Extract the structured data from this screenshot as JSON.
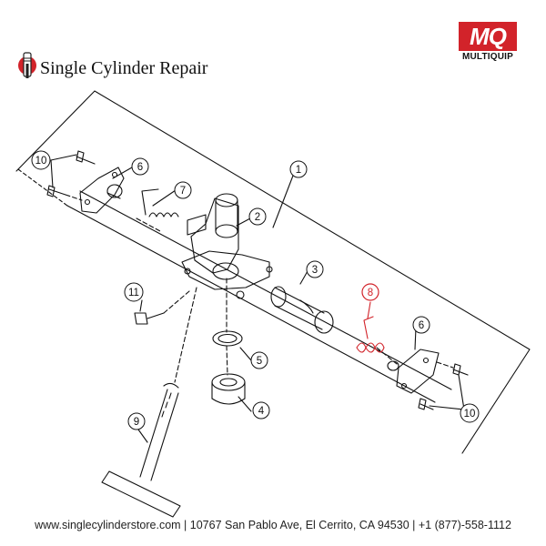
{
  "header": {
    "brand_title": "Single Cylinder Repair",
    "brand_logo_icon": "piston-logo-icon",
    "logo_badge_text": "MQ",
    "logo_wordmark": "MULTIQUIP"
  },
  "diagram": {
    "highlight_color": "#d2232a",
    "callouts": [
      {
        "id": "1",
        "label": "1"
      },
      {
        "id": "2",
        "label": "2"
      },
      {
        "id": "3",
        "label": "3"
      },
      {
        "id": "4",
        "label": "4"
      },
      {
        "id": "5",
        "label": "5"
      },
      {
        "id": "6a",
        "label": "6"
      },
      {
        "id": "6b",
        "label": "6"
      },
      {
        "id": "7",
        "label": "7"
      },
      {
        "id": "8",
        "label": "8",
        "highlighted": true
      },
      {
        "id": "9",
        "label": "9"
      },
      {
        "id": "10a",
        "label": "10"
      },
      {
        "id": "10b",
        "label": "10"
      },
      {
        "id": "11",
        "label": "11"
      }
    ]
  },
  "footer": {
    "text": "www.singlecylinderstore.com  |  10767 San Pablo Ave, El Cerrito, CA 94530  |  +1 (877)-558-1112"
  },
  "colors": {
    "brand_red": "#d2232a",
    "line": "#111111"
  }
}
